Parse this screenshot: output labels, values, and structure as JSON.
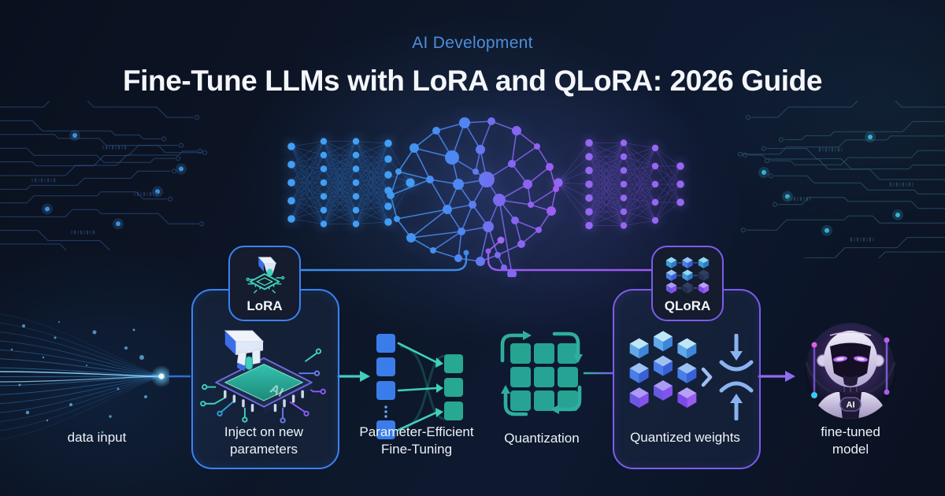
{
  "header": {
    "eyebrow": "AI Development",
    "title": "Fine-Tune LLMs with LoRA and QLoRA: 2026 Guide"
  },
  "flow": {
    "data_input": {
      "label": "data input"
    },
    "lora": {
      "badge_label": "LoRA",
      "caption": "Inject on new parameters",
      "chip_label": "AI"
    },
    "peft": {
      "caption": "Parameter-Efficient Fine-Tuning"
    },
    "quantization": {
      "label": "Quantization"
    },
    "qlora": {
      "badge_label": "QLoRA",
      "caption": "Quantized weights"
    },
    "fine_tuned_model": {
      "caption": "fine-tuned model",
      "chest_label": "AI"
    }
  },
  "colors": {
    "accent_blue": "#3b82f6",
    "accent_purple": "#7c5ced",
    "accent_teal": "#2fb5a5",
    "eyebrow_blue": "#4d8ed9",
    "title_white": "#f4f6fa"
  }
}
